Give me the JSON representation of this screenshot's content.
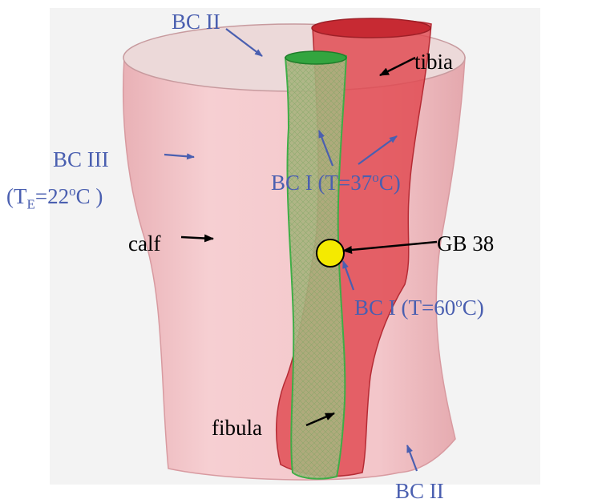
{
  "colors": {
    "label_blue": "#4a5fb0",
    "label_black": "#000000",
    "calf_fill": "#f2c2c6",
    "tibia_fill": "#e0484f",
    "fibula_fill": "#a9b27e",
    "fibula_edge": "#3cae45",
    "electrode_fill": "#f4ea00"
  },
  "labels": {
    "bc2_top": "BC II",
    "tibia": "tibia",
    "bc3": "BC III",
    "te_prefix": "(T",
    "te_sub": "E",
    "te_mid": "=22",
    "te_sup": "o",
    "te_suffix": "C )",
    "bc1_37_prefix": "BC I (T=37",
    "bc1_37_sup": "o",
    "bc1_37_suffix": "C)",
    "calf": "calf",
    "gb38": "GB 38",
    "bc1_60_prefix": "BC I (T=60",
    "bc1_60_sup": "o",
    "bc1_60_suffix": "C)",
    "fibula": "fibula",
    "bc2_bottom": "BC II"
  }
}
